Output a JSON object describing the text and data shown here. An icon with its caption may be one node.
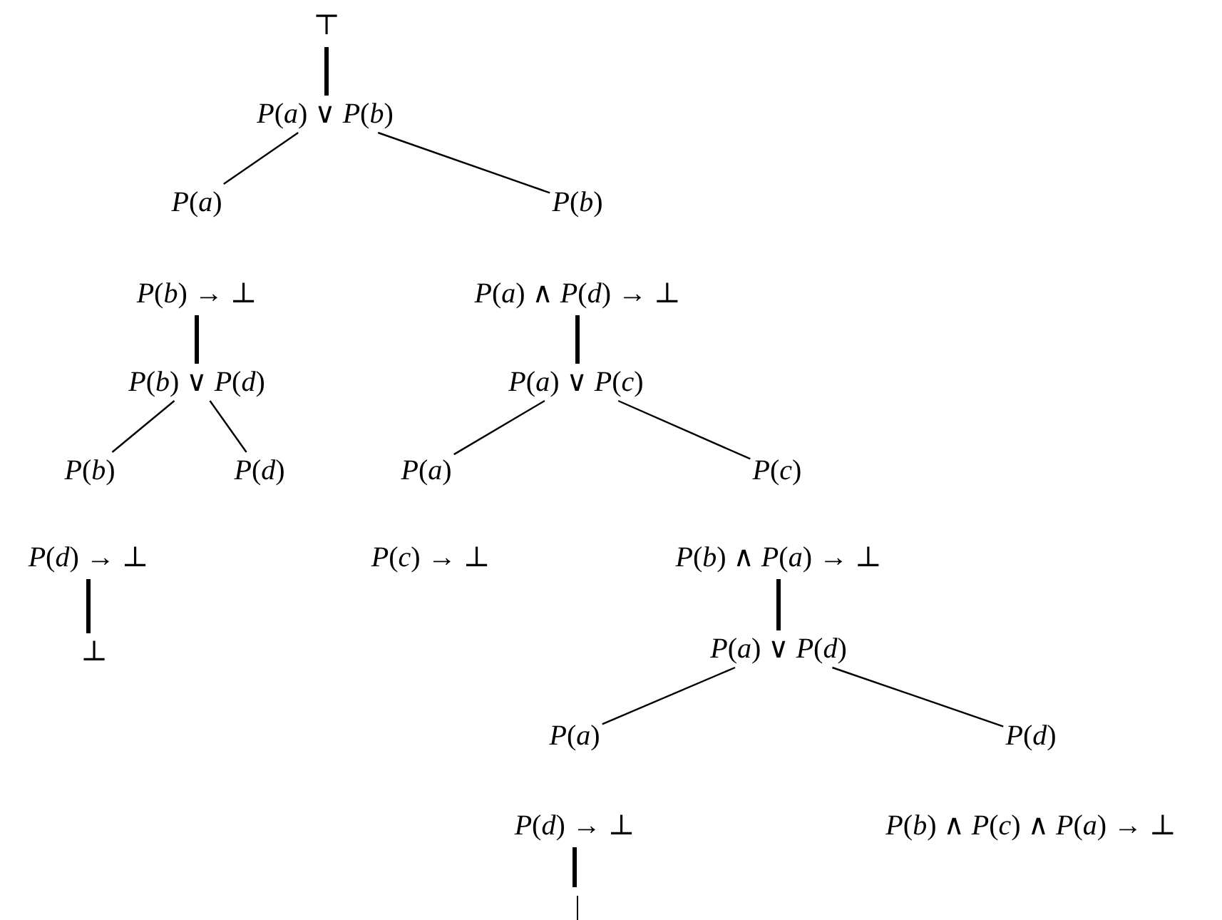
{
  "diagram": {
    "nodes": [
      {
        "text": [
          "⊤"
        ]
      },
      {
        "text": [
          "*P*(*a*) ∨ *P*(*b*)"
        ]
      },
      {
        "text": [
          "*P*(*a*)"
        ]
      },
      {
        "text": [
          "*P*(*b*)"
        ]
      },
      {
        "text": [
          "*P*(*b*) → ⊥"
        ]
      },
      {
        "text": [
          "*P*(*a*) ∧ *P*(*d*) → ⊥"
        ]
      },
      {
        "text": [
          "*P*(*b*) ∨ *P*(*d*)"
        ]
      },
      {
        "text": [
          "*P*(*a*) ∨ *P*(*c*)"
        ]
      },
      {
        "text": [
          "*P*(*b*)"
        ]
      },
      {
        "text": [
          "*P*(*d*)"
        ]
      },
      {
        "text": [
          "*P*(*a*)"
        ]
      },
      {
        "text": [
          "*P*(*c*)"
        ]
      },
      {
        "text": [
          "*P*(*d*) → ⊥"
        ]
      },
      {
        "text": [
          "*P*(*c*) → ⊥"
        ]
      },
      {
        "text": [
          "*P*(*b*) ∧ *P*(*a*) → ⊥"
        ]
      },
      {
        "text": [
          "⊥"
        ]
      },
      {
        "text": [
          "*P*(*a*) ∨ *P*(*d*)"
        ]
      },
      {
        "text": [
          "*P*(*a*)"
        ]
      },
      {
        "text": [
          "*P*(*d*)"
        ]
      },
      {
        "text": [
          "*P*(*d*) → ⊥"
        ]
      },
      {
        "text": [
          "*P*(*b*) ∧ *P*(*c*) ∧ *P*(*a*) → ⊥"
        ]
      }
    ],
    "edges": [
      {
        "from": 0,
        "to": 1,
        "arrow": "none",
        "style": "thick"
      },
      {
        "from": 1,
        "to": 2,
        "arrow": "none"
      },
      {
        "from": 1,
        "to": 3,
        "arrow": "none"
      },
      {
        "from": 4,
        "to": 6,
        "arrow": "none",
        "style": "thick"
      },
      {
        "from": 5,
        "to": 7,
        "arrow": "none",
        "style": "thick"
      },
      {
        "from": 6,
        "to": 8,
        "arrow": "none"
      },
      {
        "from": 6,
        "to": 9,
        "arrow": "none"
      },
      {
        "from": 7,
        "to": 10,
        "arrow": "none"
      },
      {
        "from": 7,
        "to": 11,
        "arrow": "none"
      },
      {
        "from": 12,
        "to": 15,
        "arrow": "none",
        "style": "thick"
      },
      {
        "from": 14,
        "to": 16,
        "arrow": "none",
        "style": "thick"
      },
      {
        "from": 16,
        "to": 17,
        "arrow": "none"
      },
      {
        "from": 16,
        "to": 18,
        "arrow": "none"
      },
      {
        "from": 19,
        "to": null,
        "arrow": "none",
        "style": "thick"
      }
    ]
  }
}
